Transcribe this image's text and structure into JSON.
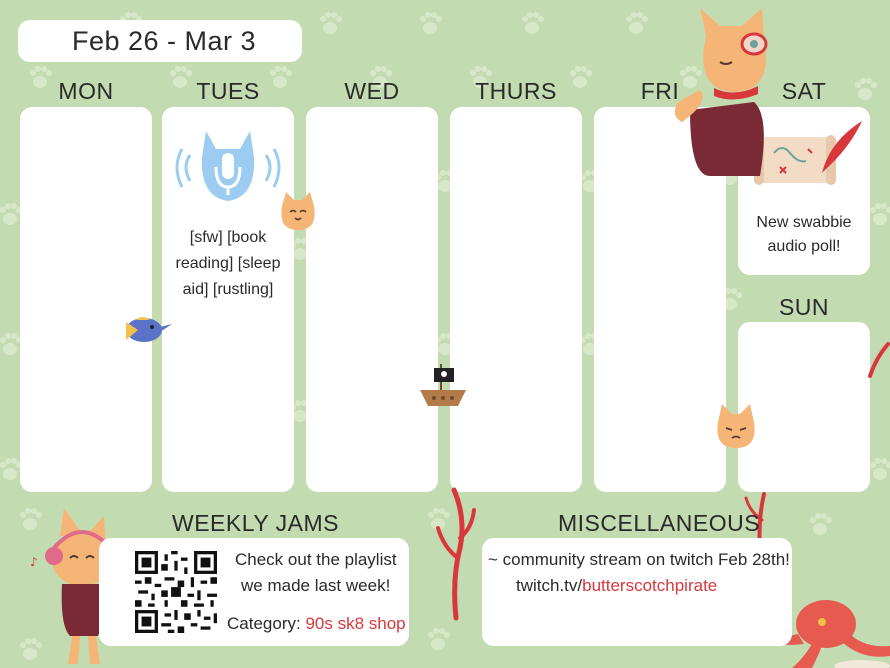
{
  "header": {
    "date_range": "Feb 26 - Mar 3"
  },
  "days": [
    {
      "label": "MON",
      "event": ""
    },
    {
      "label": "TUES",
      "event_lines": [
        "[sfw] [book",
        "reading] [sleep",
        "aid] [rustling]"
      ]
    },
    {
      "label": "WED",
      "event": ""
    },
    {
      "label": "THURS",
      "event": ""
    },
    {
      "label": "FRI",
      "event": ""
    },
    {
      "label": "SAT",
      "event_lines": [
        "New swabbie",
        "audio poll!"
      ]
    },
    {
      "label": "SUN",
      "event": ""
    }
  ],
  "weekly_jams": {
    "title": "WEEKLY JAMS",
    "line1": "Check out the playlist",
    "line2": "we made last week!",
    "category_label": "Category:",
    "category_value": "90s sk8 shop"
  },
  "misc": {
    "title": "MISCELLANEOUS",
    "line1": "~ community stream on twitch Feb 28th!",
    "link_prefix": "twitch.tv/",
    "link_handle": "butterscotchpirate"
  },
  "icons": [
    "paw-print-icon",
    "podcast-microphone-icon",
    "cat-face-icon",
    "fish-icon",
    "pirate-ship-icon",
    "treasure-map-icon",
    "quill-icon",
    "angry-cat-face-icon",
    "qr-code-icon",
    "octopus-icon",
    "coral-icon",
    "fox-pirate-character-icon",
    "fox-headphones-character-icon"
  ],
  "colors": {
    "background": "#c3dbb0",
    "card": "#ffffff",
    "accent_red": "#d8383c",
    "mic_blue": "#9ccdf0",
    "orange": "#f5b577"
  }
}
